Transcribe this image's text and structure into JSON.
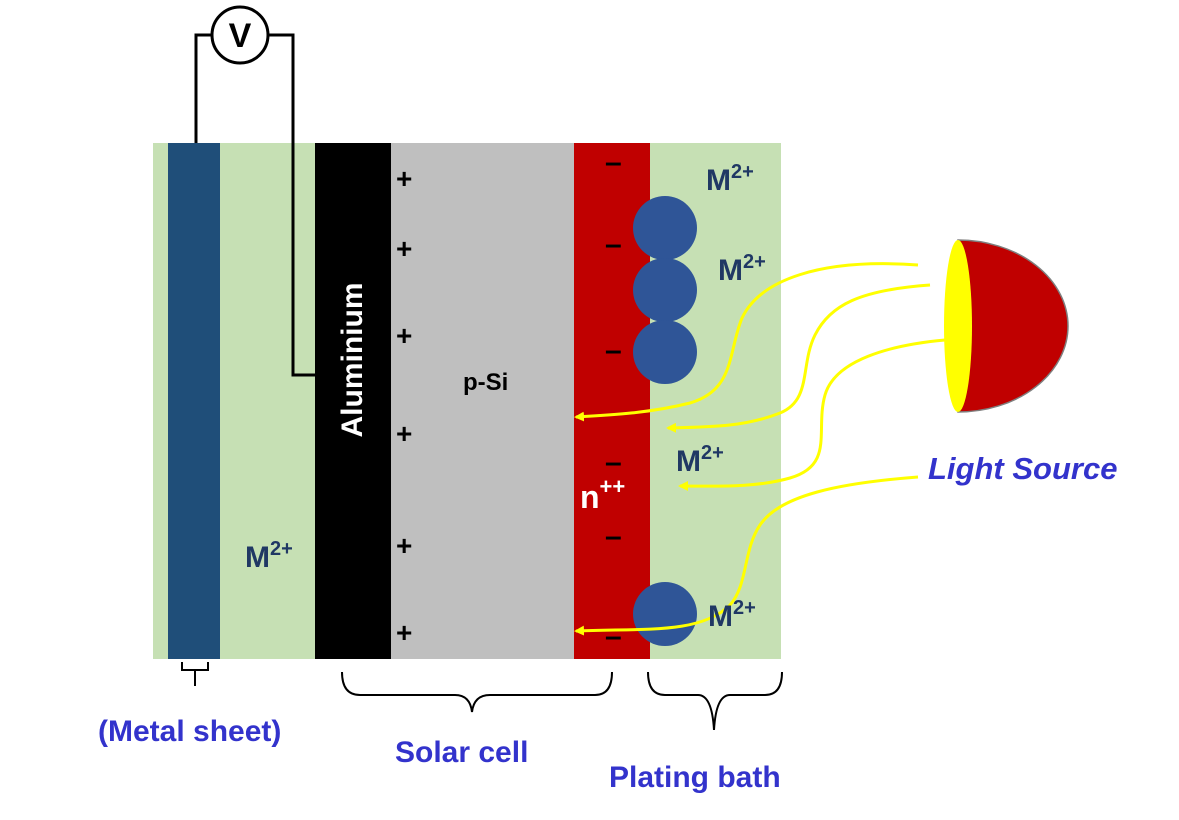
{
  "voltmeter": {
    "symbol": "V"
  },
  "layers": {
    "aluminium": "Aluminium",
    "psi": "p-Si",
    "nplus": {
      "base": "n",
      "sup": "++"
    }
  },
  "ion": {
    "base": "M",
    "sup": "2+"
  },
  "charges": {
    "positive": "+",
    "negative": "–"
  },
  "labels": {
    "light_source": "Light Source",
    "metal_sheet": "(Metal sheet)",
    "solar_cell": "Solar cell",
    "plating_bath": "Plating bath"
  },
  "colors": {
    "bath": "#c6e0b4",
    "metal_sheet": "#1f4e79",
    "aluminium": "#000000",
    "psi": "#bfbfbf",
    "nplus": "#c00000",
    "particle": "#2f5597",
    "light": "#ffff00",
    "label_blue": "#3333cc",
    "ion_text": "#203864"
  }
}
